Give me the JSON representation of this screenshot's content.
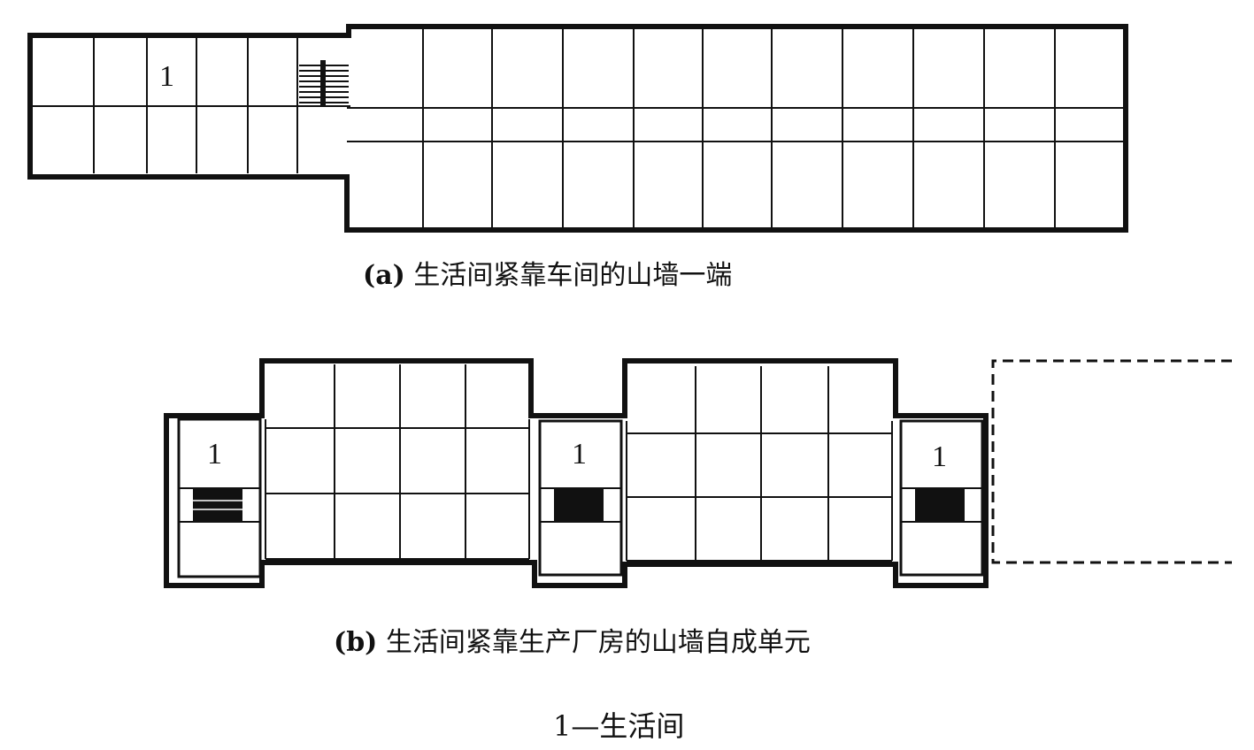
{
  "figure_a": {
    "room_label": "1",
    "caption_prefix": "(a)",
    "caption_text": "生活间紧靠车间的山墙一端"
  },
  "figure_b": {
    "room_labels": [
      "1",
      "1",
      "1"
    ],
    "caption_prefix": "(b)",
    "caption_text": "生活间紧靠生产厂房的山墙自成单元"
  },
  "legend": {
    "text": "1—生活间"
  },
  "colors": {
    "wall": "#111111",
    "background": "#ffffff"
  }
}
